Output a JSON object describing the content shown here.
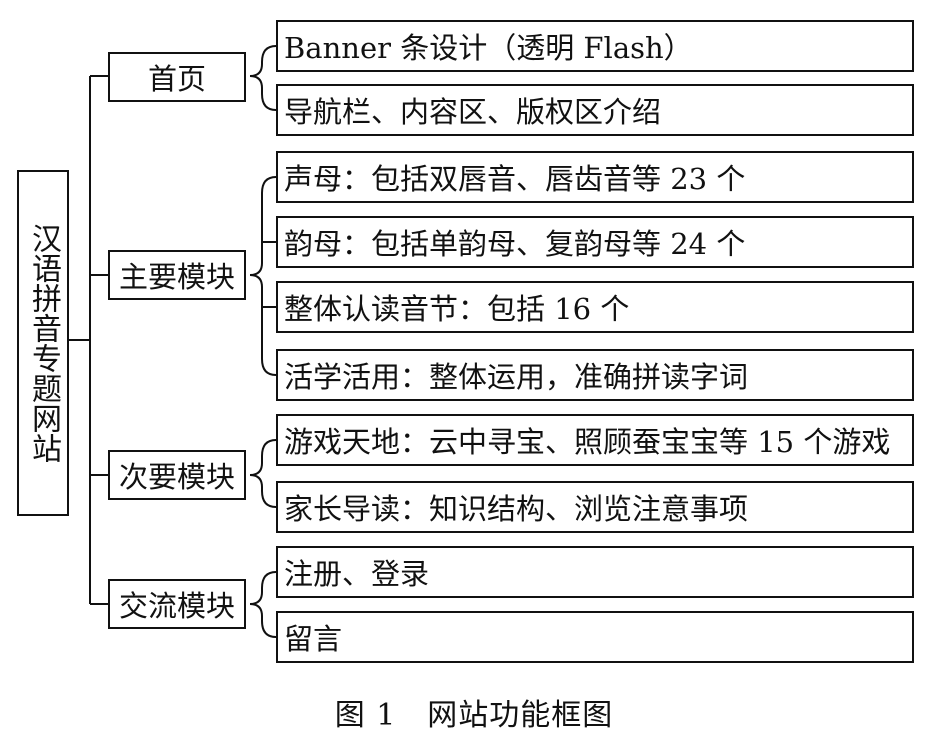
{
  "root": {
    "label": "汉语拼音专题网站"
  },
  "modules": [
    {
      "label": "首页",
      "items": [
        "Banner 条设计（透明 Flash）",
        "导航栏、内容区、版权区介绍"
      ]
    },
    {
      "label": "主要模块",
      "items": [
        "声母：包括双唇音、唇齿音等 23 个",
        "韵母：包括单韵母、复韵母等 24 个",
        "整体认读音节：包括 16 个",
        "活学活用：整体运用，准确拼读字词"
      ]
    },
    {
      "label": "次要模块",
      "items": [
        "游戏天地：云中寻宝、照顾蚕宝宝等 15 个游戏",
        "家长导读：知识结构、浏览注意事项"
      ]
    },
    {
      "label": "交流模块",
      "items": [
        "注册、登录",
        "留言"
      ]
    }
  ],
  "caption": "图 1　网站功能框图"
}
